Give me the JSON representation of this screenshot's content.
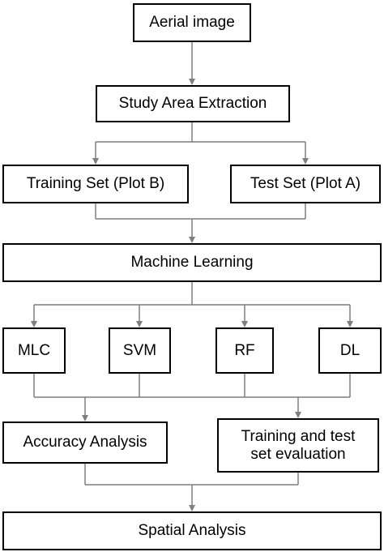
{
  "nodes": {
    "aerial_image": "Aerial image",
    "study_area_extraction": "Study Area Extraction",
    "training_set": "Training Set (Plot B)",
    "test_set": "Test Set (Plot A)",
    "machine_learning": "Machine Learning",
    "mlc": "MLC",
    "svm": "SVM",
    "rf": "RF",
    "dl": "DL",
    "accuracy_analysis": "Accuracy Analysis",
    "training_test_eval_line1": "Training and test",
    "training_test_eval_line2": "set evaluation",
    "spatial_analysis": "Spatial Analysis"
  },
  "colors": {
    "stroke": "#000000",
    "connector": "#7f7f7f",
    "background": "#ffffff"
  }
}
